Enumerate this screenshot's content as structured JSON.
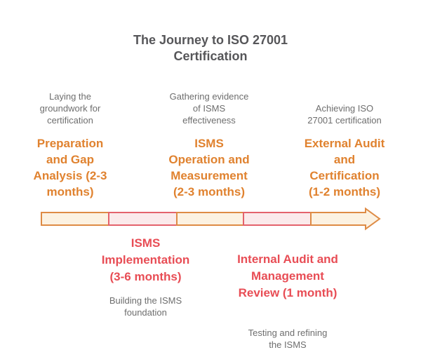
{
  "title": "The Journey to ISO 27001\nCertification",
  "colors": {
    "title_gray": "#565659",
    "caption_gray": "#6E6E6E",
    "orange_heading": "#E0822F",
    "red_heading": "#E84D55",
    "arrow_orange_stroke": "#DE8B45",
    "arrow_orange_fill": "#FCF2E2",
    "arrow_pink_stroke": "#E4626C",
    "arrow_pink_fill": "#FBEAEB"
  },
  "top_phases": [
    {
      "caption": "Laying the\ngroundwork for\ncertification",
      "heading": "Preparation\nand Gap\nAnalysis (2-3\nmonths)"
    },
    {
      "caption": "Gathering evidence\nof ISMS\neffectiveness",
      "heading": "ISMS\nOperation and\nMeasurement\n(2-3 months)"
    },
    {
      "caption": "Achieving ISO\n27001 certification",
      "heading": "External Audit\nand\nCertification\n(1-2 months)"
    }
  ],
  "bottom_phases": [
    {
      "heading": "ISMS\nImplementation\n(3-6 months)",
      "caption": "Building the ISMS\nfoundation"
    },
    {
      "heading": "Internal Audit and\nManagement\nReview (1 month)",
      "caption": "Testing and refining\nthe ISMS"
    }
  ],
  "timeline": {
    "segments": [
      "orange",
      "pink",
      "orange",
      "pink",
      "orange"
    ],
    "direction": "right"
  }
}
